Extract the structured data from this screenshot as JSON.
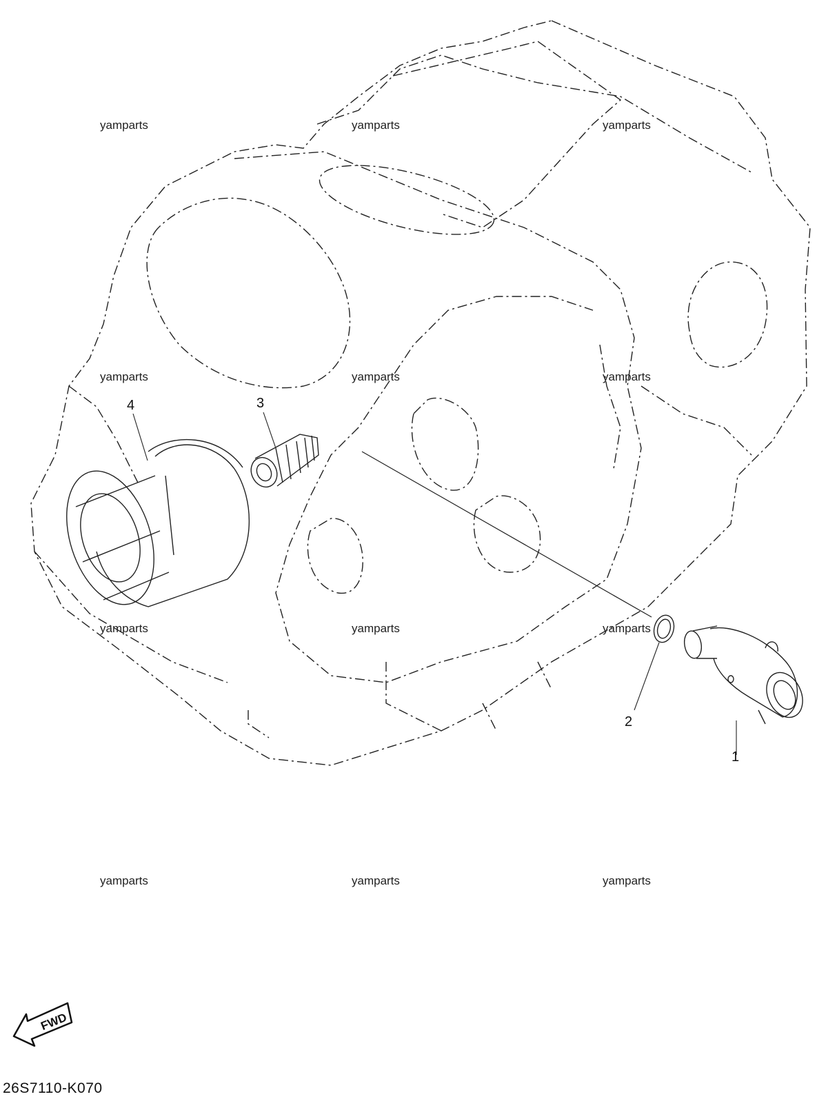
{
  "watermark": "yamparts",
  "callouts": {
    "one": "1",
    "two": "2",
    "three": "3",
    "four": "4"
  },
  "fwd_label": "FWD",
  "drawing_code": "26S7110-K070"
}
